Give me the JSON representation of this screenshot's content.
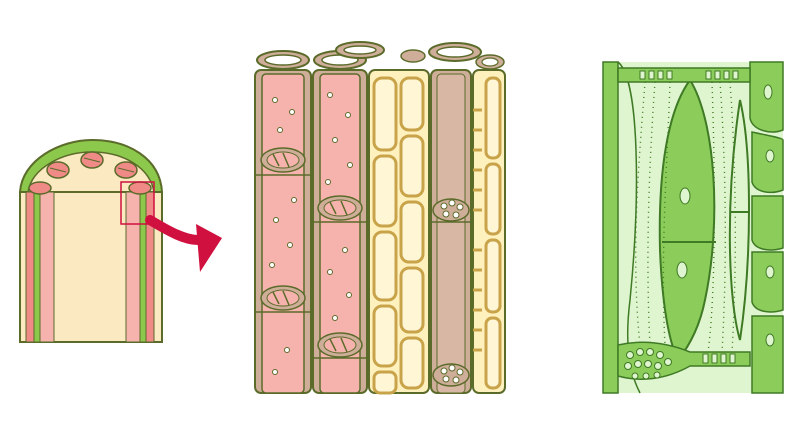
{
  "figure": {
    "panels": [
      {
        "id": "stem-section",
        "kind": "longitudinal section of stem with vascular bundles"
      },
      {
        "id": "phloem-xylem-detail",
        "kind": "enlarged sieve tubes, companion cells and vessel"
      },
      {
        "id": "sieve-plate-detail",
        "kind": "sieve tube element with sieve plates"
      }
    ],
    "colors": {
      "outline": "#5b6b2a",
      "epidermis_green": "#8cc84b",
      "sieve_tube_pink": "#f6b3ad",
      "vessel_red": "#f08a86",
      "pith_cream": "#fbe9c2",
      "companion_yellow": "#fff1bd",
      "companion_outline": "#c9a34a",
      "xylem_brown": "#cfae99",
      "arrow_red": "#d0103f",
      "light_green": "#dff5cf",
      "mid_green": "#8ccc5a",
      "dark_outline_green": "#3f7a25"
    },
    "arrow": {
      "from": "stem-section",
      "to": "phloem-xylem-detail"
    }
  }
}
